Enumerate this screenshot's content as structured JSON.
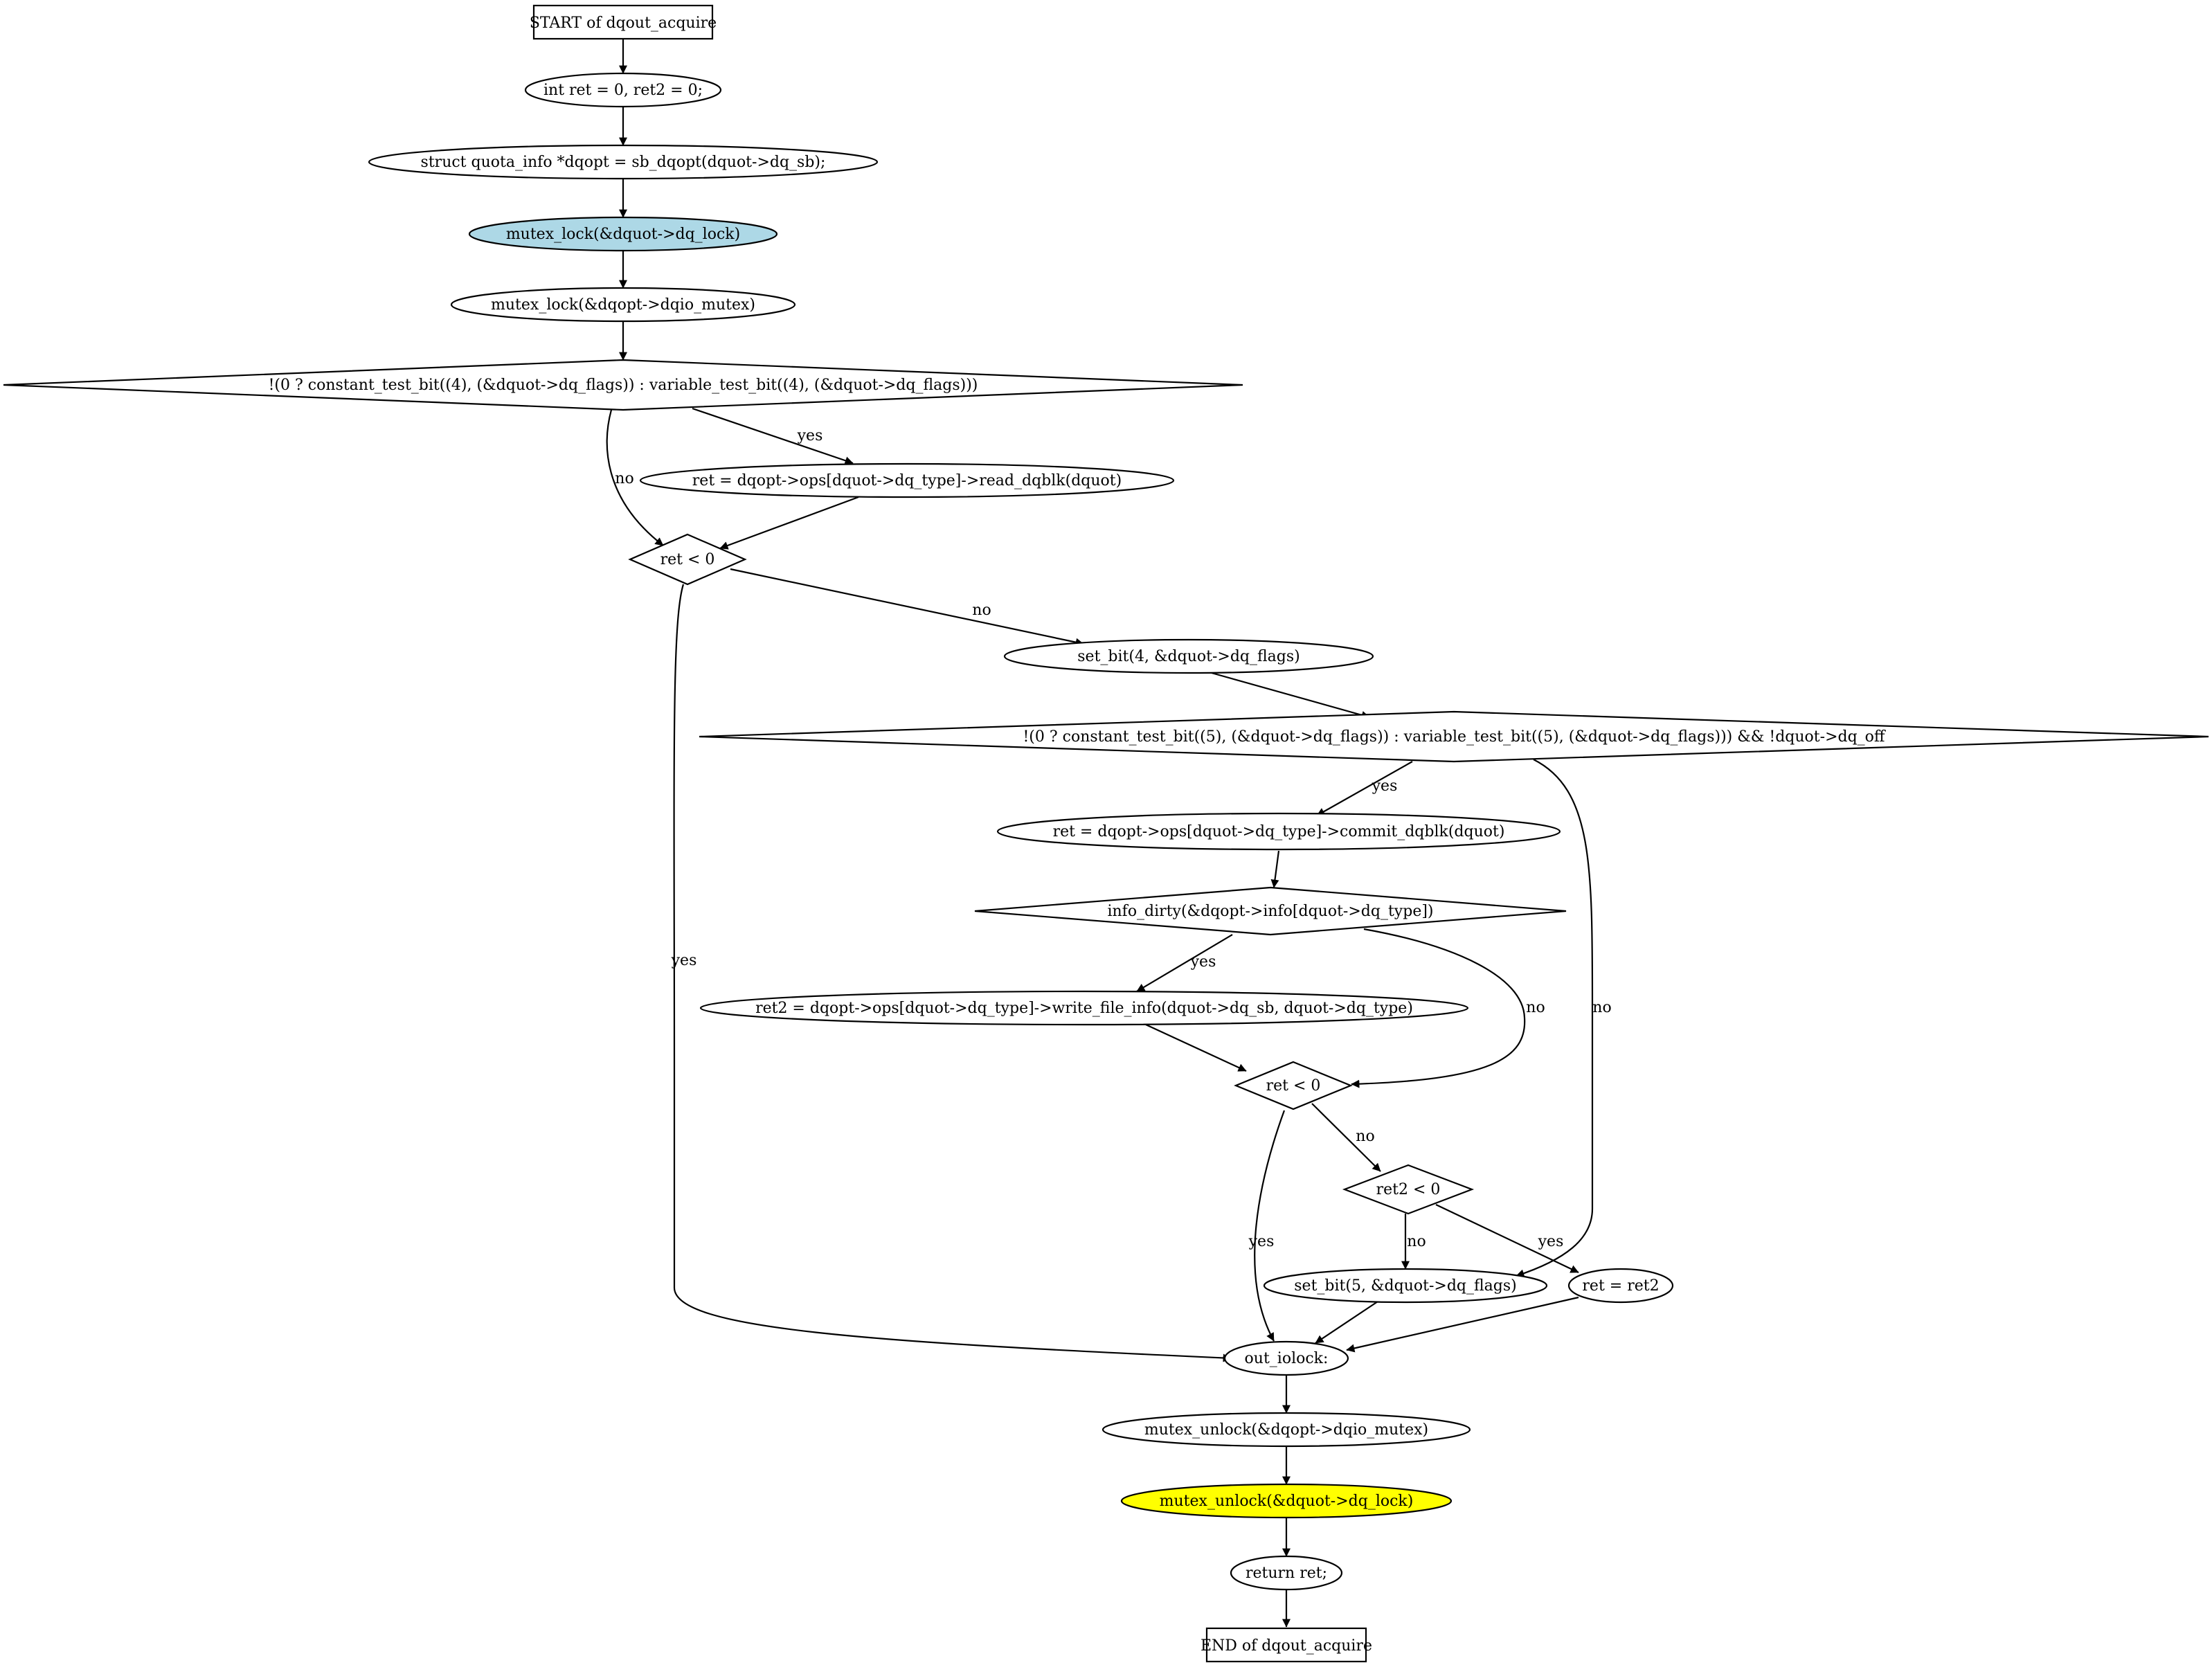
{
  "diagram": {
    "colors": {
      "background": "#ffffff",
      "stroke": "#000000",
      "lock_highlight": "#add8e6",
      "unlock_highlight": "#ffff00"
    },
    "nodes": {
      "start": "START of dqout_acquire",
      "init": "int ret = 0, ret2 = 0;",
      "dqopt": "struct quota_info *dqopt = sb_dqopt(dquot->dq_sb);",
      "lock_dq": "mutex_lock(&dquot->dq_lock)",
      "lock_dqio": "mutex_lock(&dqopt->dqio_mutex)",
      "cond_bit4": "!(0 ? constant_test_bit((4), (&dquot->dq_flags)) : variable_test_bit((4), (&dquot->dq_flags)))",
      "read_dqblk": "ret = dqopt->ops[dquot->dq_type]->read_dqblk(dquot)",
      "ret_lt0_a": "ret < 0",
      "set_bit4": "set_bit(4, &dquot->dq_flags)",
      "cond_bit5": "!(0 ? constant_test_bit((5), (&dquot->dq_flags)) : variable_test_bit((5), (&dquot->dq_flags))) && !dquot->dq_off",
      "commit_dqblk": "ret = dqopt->ops[dquot->dq_type]->commit_dqblk(dquot)",
      "info_dirty": "info_dirty(&dqopt->info[dquot->dq_type])",
      "write_info": "ret2 = dqopt->ops[dquot->dq_type]->write_file_info(dquot->dq_sb, dquot->dq_type)",
      "ret_lt0_b": "ret < 0",
      "ret2_lt0": "ret2 < 0",
      "set_bit5": "set_bit(5, &dquot->dq_flags)",
      "ret_eq_ret2": "ret = ret2",
      "out_iolock": "out_iolock:",
      "unlock_dqio": "mutex_unlock(&dqopt->dqio_mutex)",
      "unlock_dq": "mutex_unlock(&dquot->dq_lock)",
      "return_ret": "return ret;",
      "end": "END of dqout_acquire"
    },
    "edge_labels": {
      "bit4_yes": "yes",
      "bit4_no": "no",
      "reta_no": "no",
      "reta_yes": "yes",
      "bit5_yes": "yes",
      "bit5_no": "no",
      "dirty_yes": "yes",
      "dirty_no": "no",
      "retb_no": "no",
      "retb_yes": "yes",
      "ret2_no": "no",
      "ret2_yes": "yes"
    }
  }
}
